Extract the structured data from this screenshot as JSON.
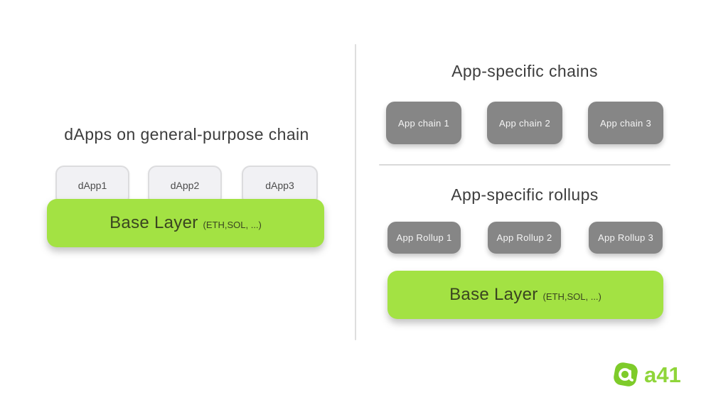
{
  "left": {
    "title": "dApps on general-purpose chain",
    "dapps": [
      "dApp1",
      "dApp2",
      "dApp3"
    ],
    "base_layer": {
      "label": "Base Layer",
      "note": "(ETH,SOL, ...)"
    }
  },
  "right": {
    "chains": {
      "title": "App-specific chains",
      "boxes": [
        "App chain 1",
        "App chain 2",
        "App chain 3"
      ]
    },
    "rollups": {
      "title": "App-specific rollups",
      "boxes": [
        "App Rollup 1",
        "App Rollup 2",
        "App Rollup 3"
      ],
      "base_layer": {
        "label": "Base Layer",
        "note": "(ETH,SOL, ...)"
      }
    }
  },
  "logo": {
    "text": "a41"
  },
  "colors": {
    "base_layer_green": "#a3e243",
    "gray_box": "#868686",
    "title_text": "#3d3d3d",
    "logo_green": "#8fd53a",
    "divider_gray": "#dedede"
  }
}
